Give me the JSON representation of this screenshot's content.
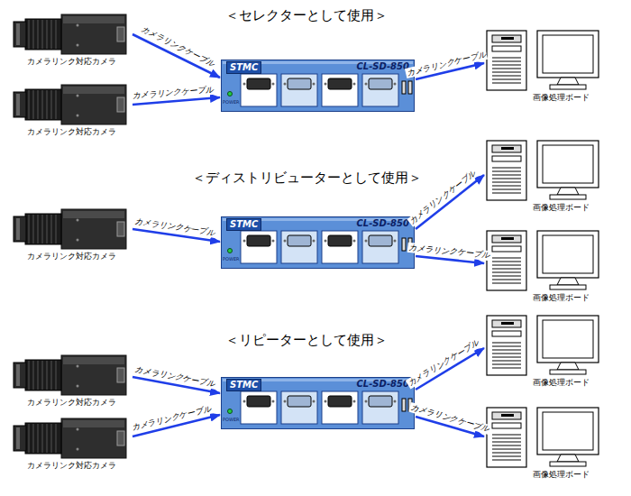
{
  "diagram": {
    "nodes": [
      {
        "text": [
          "カメラリンク対応カメラ"
        ]
      },
      {
        "text": [
          "カメラリンク対応カメラ"
        ]
      },
      {
        "text": [
          "STMC",
          "CL-SD-850",
          "POWER"
        ]
      },
      {
        "text": [
          "画像処理ボード"
        ]
      },
      {
        "text": [
          "カメラリンク対応カメラ"
        ]
      },
      {
        "text": [
          "STMC",
          "CL-SD-850",
          "POWER"
        ]
      },
      {
        "text": [
          "画像処理ボード"
        ]
      },
      {
        "text": [
          "画像処理ボード"
        ]
      },
      {
        "text": [
          "カメラリンク対応カメラ"
        ]
      },
      {
        "text": [
          "カメラリンク対応カメラ"
        ]
      },
      {
        "text": [
          "STMC",
          "CL-SD-850",
          "POWER"
        ]
      },
      {
        "text": [
          "画像処理ボード"
        ]
      },
      {
        "text": [
          "画像処理ボード"
        ]
      }
    ],
    "edges": [
      {
        "from": 0,
        "to": 2,
        "arrow": "to",
        "label": "カメラリンクケーブル"
      },
      {
        "from": 1,
        "to": 2,
        "arrow": "to",
        "label": "カメラリンクケーブル"
      },
      {
        "from": 2,
        "to": 3,
        "arrow": "to",
        "label": "カメラリンクケーブル"
      },
      {
        "from": 4,
        "to": 5,
        "arrow": "to",
        "label": "カメラリンクケーブル"
      },
      {
        "from": 5,
        "to": 6,
        "arrow": "to",
        "label": "カメラリンクケーブル"
      },
      {
        "from": 5,
        "to": 7,
        "arrow": "to",
        "label": "カメラリンクケーブル"
      },
      {
        "from": 8,
        "to": 10,
        "arrow": "to",
        "label": "カメラリンクケーブル"
      },
      {
        "from": 9,
        "to": 10,
        "arrow": "to",
        "label": "カメラリンクケーブル"
      },
      {
        "from": 10,
        "to": 11,
        "arrow": "to",
        "label": "カメラリンクケーブル"
      },
      {
        "from": 10,
        "to": 12,
        "arrow": "to",
        "label": "カメラリンクケーブル"
      }
    ],
    "labels": [
      "＜セレクターとして使用＞",
      "＜ディストリビューターとして使用＞",
      "＜リピーターとして使用＞"
    ]
  }
}
